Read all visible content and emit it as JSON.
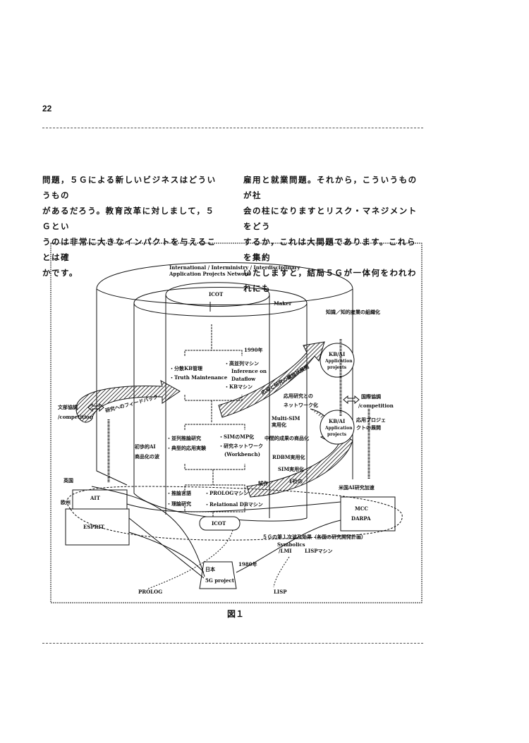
{
  "page_number": "22",
  "text": {
    "left_column": [
      "問題，５Ｇによる新しいビジネスはどういうもの",
      "があるだろう。教育改革に対しまして，５Ｇとい",
      "うのは非常に大きなインパクトを与えることは確",
      "かです。"
    ],
    "right_column": [
      "雇用と就業問題。それから，こういうものが社",
      "会の柱になりますとリスク・マネジメントをどう",
      "するか，これは大問題であります。これらを集約",
      "いたしますと，結局５Ｇが一体何をわれわれにも"
    ]
  },
  "figure": {
    "caption": "図１",
    "network_title_1": "International / Interministry / Interdisciplinary",
    "network_title_2": "Application Projects Network",
    "icot_top": "ICOT",
    "maker": "Maker",
    "knowledge_industry": "知識／知的産業の組織化",
    "year_1990": "1990年",
    "kb_mgmt": "・分散KB管理",
    "truth": "・Truth Maintenance",
    "parallel_machine": "・高並列マシン",
    "inference_on": "Inference on",
    "dataflow": "Dataflow",
    "kb_machine": "・KBマシン",
    "kbai_1": [
      "KB/AI",
      "Application",
      "projects"
    ],
    "kbai_2": [
      "KB/AI",
      "Application",
      "projects"
    ],
    "spiral_label": "応用と研究の螺旋状展開",
    "feedback_label": "研究へのフィードバック",
    "left_coop": "文部協調",
    "left_comp": "/competition",
    "intl_coop": "国際協調",
    "intl_comp": "/competition",
    "net_1": "応用研究との",
    "net_2": "ネットワーク化",
    "multi_sim_1": "Multi-SIM",
    "multi_sim_2": "実用化",
    "app_proj_1": "応用プロジェ",
    "app_proj_2": "クトの展開",
    "par_inference": "・並列推論研究",
    "typical_app": "・典型的応用実験",
    "sim_mp": "・SIMのMP化",
    "research_net": "・研究ネットワーク",
    "workbench": "(Workbench)",
    "intermediate": "中間的成果の商品化",
    "early_ai_1": "初歩的AI",
    "early_ai_2": "商品化の波",
    "rdbm": "RDBM実用化",
    "sim_practical": "SIM実用化",
    "prototype": "試作",
    "company_f": "F社の",
    "uk": "英国",
    "ait": "AIT",
    "europe": "欧州",
    "esprit": "ESPRIT",
    "inference_lang": "・推論言語",
    "theory": "・理論研究",
    "prolog_machine": "・PROLOGマシン",
    "rdb_machine": "・Relational DBマシン",
    "us_accel": "米国AI研究加速",
    "mcc": "MCC",
    "darpa": "DARPA",
    "icot_bottom": "ICOT",
    "ripple": "５Ｇの第１次波及効果（各国の研究開発計画）",
    "symbolics": "Symbolics",
    "lmi": "/LMI",
    "lisp_machine": "LISPマシン",
    "japan": "日本",
    "fg_project": "5G project",
    "year_1980": "1980年",
    "prolog": "PROLOG",
    "lisp": "LISP"
  }
}
